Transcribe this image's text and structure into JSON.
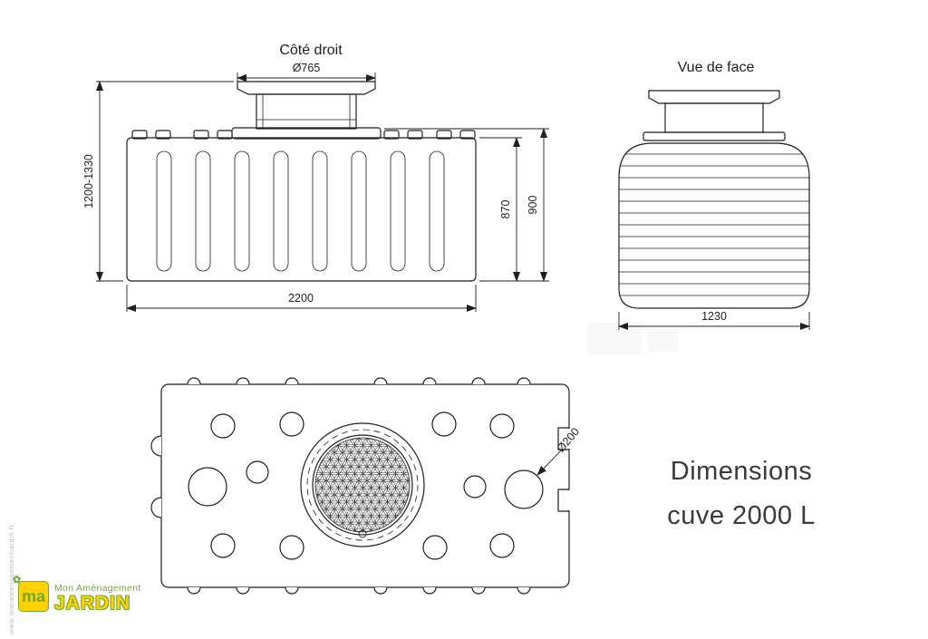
{
  "side_view": {
    "title": "Côté droit",
    "dims": {
      "diameter": "Ø765",
      "height_range": "1200-1330",
      "length": "2200",
      "body_height": "870",
      "total_height": "900"
    }
  },
  "front_view": {
    "title": "Vue de face",
    "dims": {
      "width": "1230"
    }
  },
  "top_view": {
    "dims": {
      "hole_diameter": "Ø200"
    }
  },
  "caption": {
    "line1": "Dimensions",
    "line2": "cuve 2000 L"
  },
  "logo": {
    "monogram": "ma",
    "name_top": "Mon Aménagement",
    "name_main": "JARDIN",
    "website": "www.monamenagementjardin.fr",
    "flower_icon": "✿"
  },
  "colors": {
    "line": "#1f1f1f",
    "caption": "#3a3a3a",
    "logo-green": "#74a832",
    "logo-yellow": "#ffd200",
    "url-gray": "#b8b8b8"
  }
}
